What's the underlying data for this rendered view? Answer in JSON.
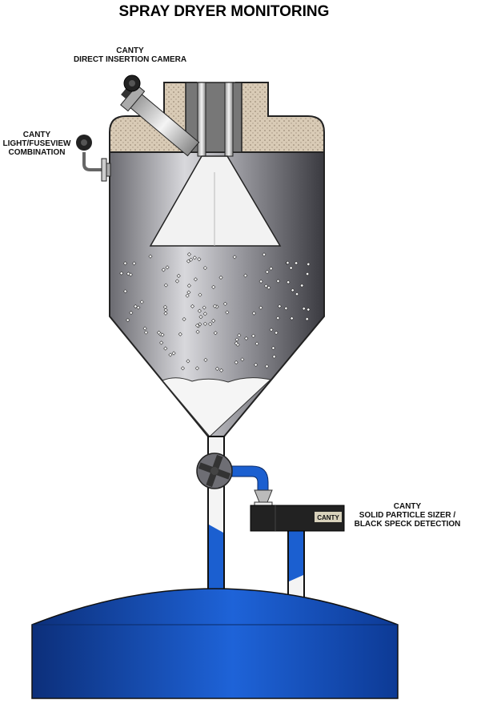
{
  "title": "SPRAY DRYER MONITORING",
  "labels": {
    "camera": {
      "brand": "CANTY",
      "name": "DIRECT INSERTION CAMERA"
    },
    "light": {
      "brand": "CANTY",
      "line1": "LIGHT/FUSEVIEW",
      "line2": "COMBINATION"
    },
    "sizer": {
      "brand": "CANTY",
      "line1": "SOLID PARTICLE SIZER /",
      "line2": "BLACK SPECK DETECTION"
    }
  },
  "sizer_badge": "CANTY",
  "colors": {
    "vessel": "#8a8a90",
    "insulation": "#d8c9b4",
    "product": "#1b5fd0",
    "tank": "#1a4aa8",
    "sensor": "#222222"
  }
}
